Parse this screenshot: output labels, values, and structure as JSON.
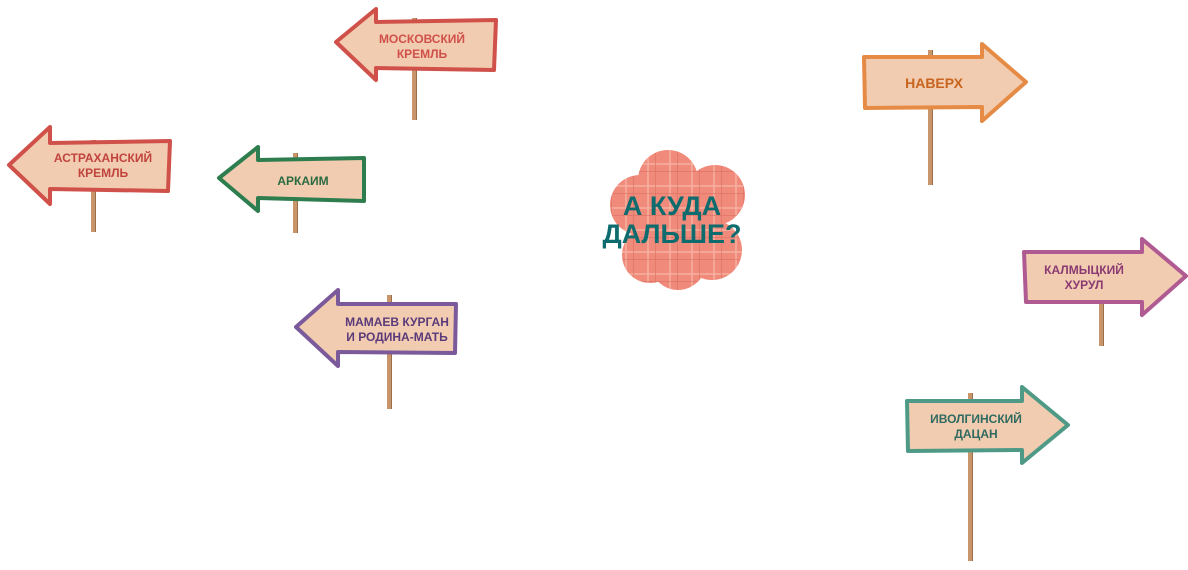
{
  "center": {
    "line1": "А КУДА",
    "line2": "ДАЛЬШЕ?",
    "blob_color": "#f08a7a",
    "text_color": "#0e6c6e"
  },
  "signs": [
    {
      "id": "moskovsky-kreml",
      "lines": [
        "МОСКОВСКИЙ",
        "КРЕМЛЬ"
      ],
      "direction": "left",
      "border_color": "#d0504a",
      "text_color": "#d0504a"
    },
    {
      "id": "naverh",
      "lines": [
        "НАВЕРХ"
      ],
      "direction": "right",
      "border_color": "#e58b45",
      "text_color": "#c8641e"
    },
    {
      "id": "astrakhansky-kreml",
      "lines": [
        "АСТРАХАНСКИЙ",
        "КРЕМЛЬ"
      ],
      "direction": "left",
      "border_color": "#d0504a",
      "text_color": "#c0433e"
    },
    {
      "id": "arkaim",
      "lines": [
        "АРКАИМ"
      ],
      "direction": "left",
      "border_color": "#2e7d4f",
      "text_color": "#2a6a40"
    },
    {
      "id": "kalmytsky-khurul",
      "lines": [
        "КАЛМЫЦКИЙ",
        "ХУРУЛ"
      ],
      "direction": "right",
      "border_color": "#b05a92",
      "text_color": "#8a3a72"
    },
    {
      "id": "mamaev-kurgan",
      "lines": [
        "МАМАЕВ КУРГАН",
        "И РОДИНА-МАТЬ"
      ],
      "direction": "left",
      "border_color": "#7a5a9a",
      "text_color": "#5a3a7a"
    },
    {
      "id": "ivolginsky-datsan",
      "lines": [
        "ИВОЛГИНСКИЙ",
        "ДАЦАН"
      ],
      "direction": "right",
      "border_color": "#4f9a86",
      "text_color": "#2f6a60"
    }
  ],
  "colors": {
    "sign_fill": "#f2ccb0",
    "pole": "#c8966a",
    "pole_dark": "#9a6e48"
  }
}
